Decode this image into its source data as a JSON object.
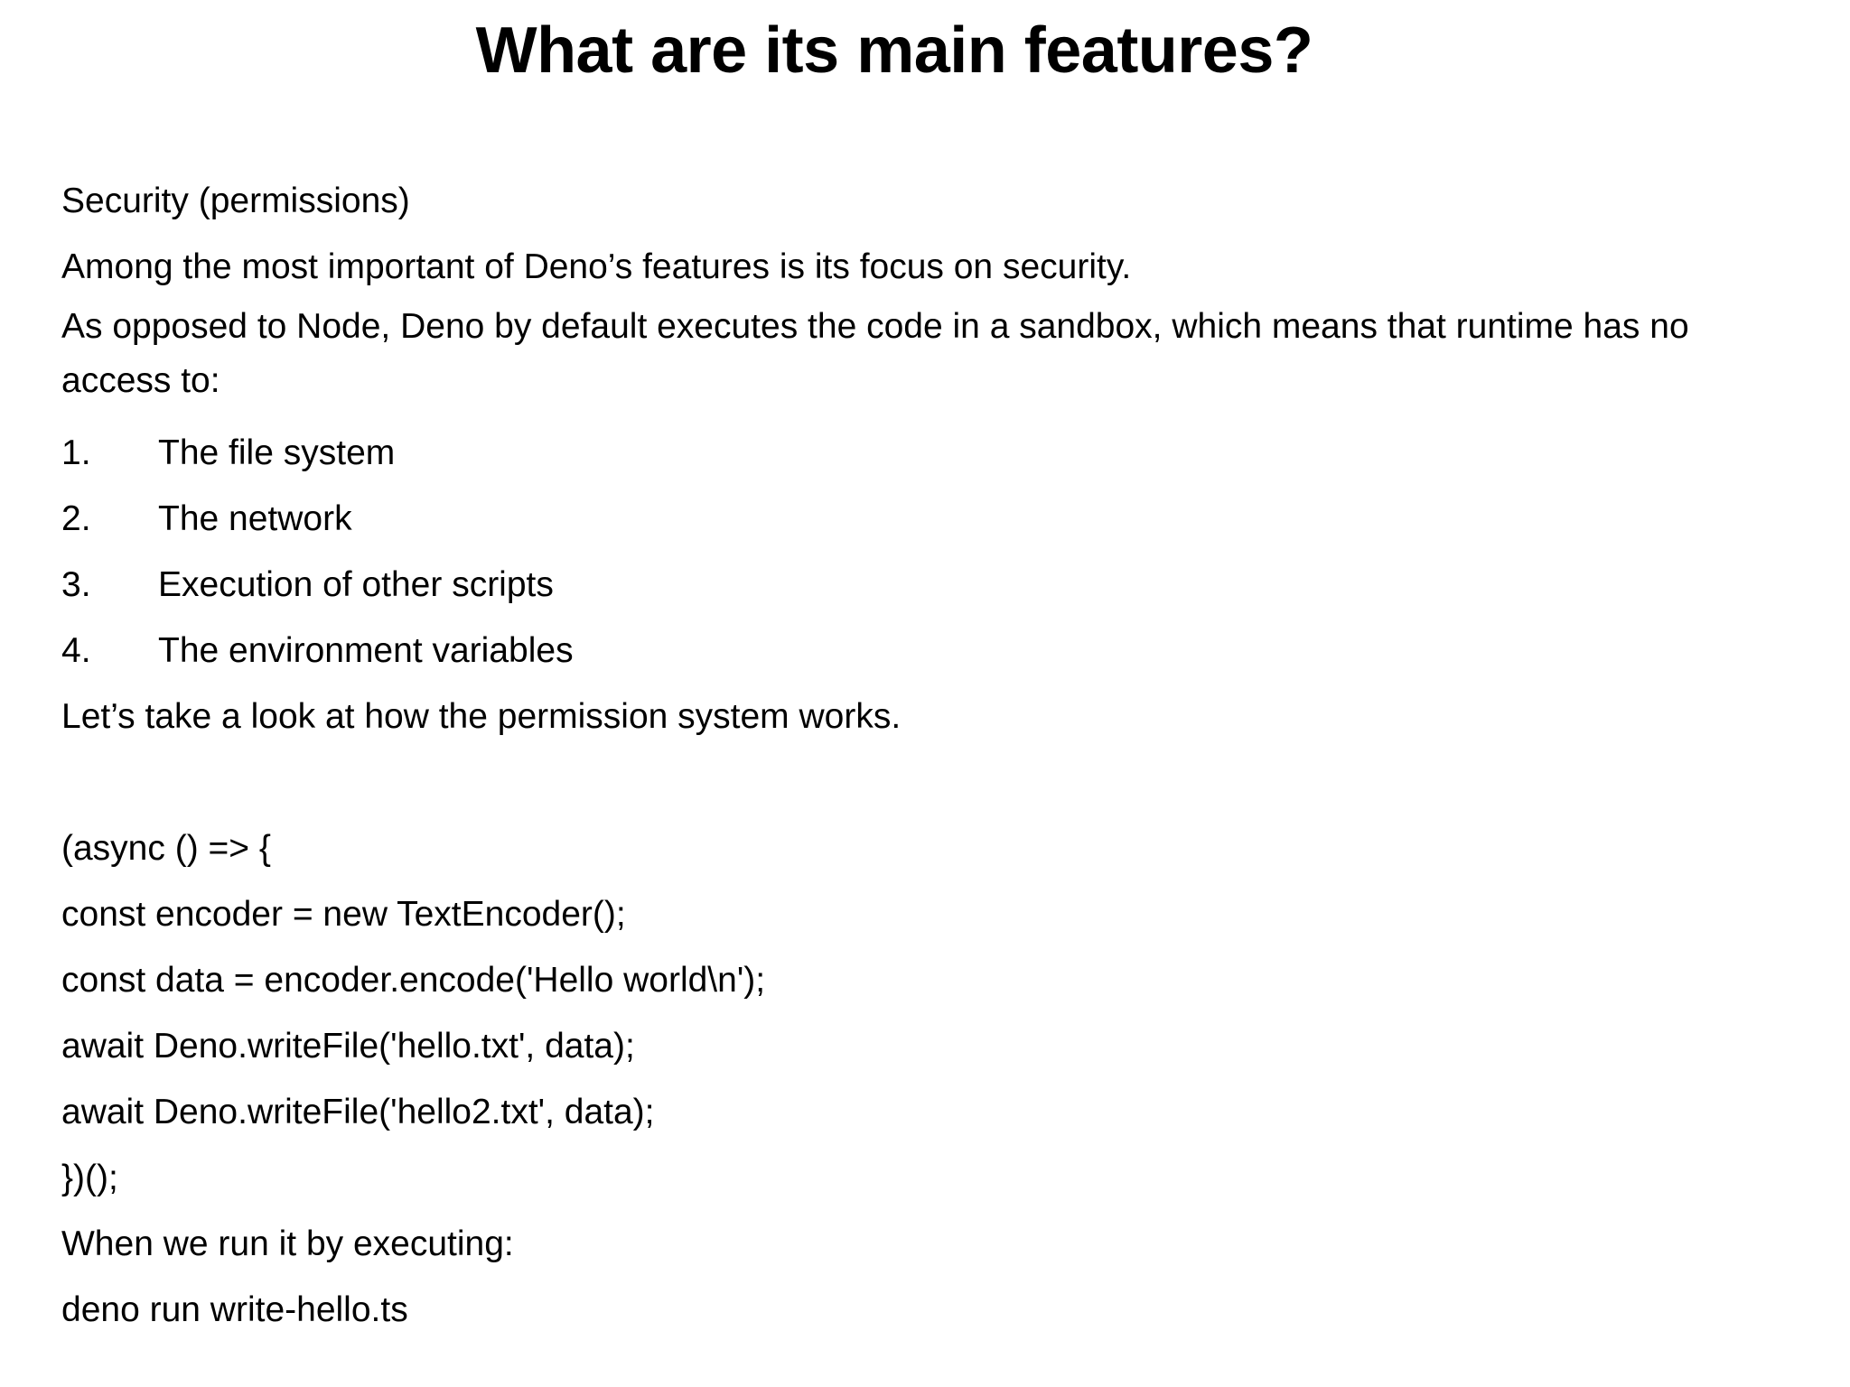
{
  "slide": {
    "title": "What are its main features?",
    "background_color": "#ffffff",
    "text_color": "#000000",
    "section_heading": "Security (permissions)",
    "paragraphs": [
      "Among the most important of Deno’s features is its focus on security.",
      "As opposed to Node, Deno by default executes the code in a sandbox, which means that runtime has no access to:"
    ],
    "numbered_list": [
      {
        "marker": "1.",
        "text": "The file system"
      },
      {
        "marker": "2.",
        "text": "The network"
      },
      {
        "marker": "3.",
        "text": "Execution of other scripts"
      },
      {
        "marker": "4.",
        "text": "The environment variables"
      }
    ],
    "closing_line": "Let’s take a look at how the permission system works.",
    "code_lines": [
      "(async () => {",
      "const encoder = new TextEncoder();",
      "const data = encoder.encode('Hello world\\n');",
      "await Deno.writeFile('hello.txt', data);",
      "await Deno.writeFile('hello2.txt', data);",
      "})();"
    ],
    "run_intro": "When we run it by executing:",
    "run_command": "deno run write-hello.ts"
  }
}
